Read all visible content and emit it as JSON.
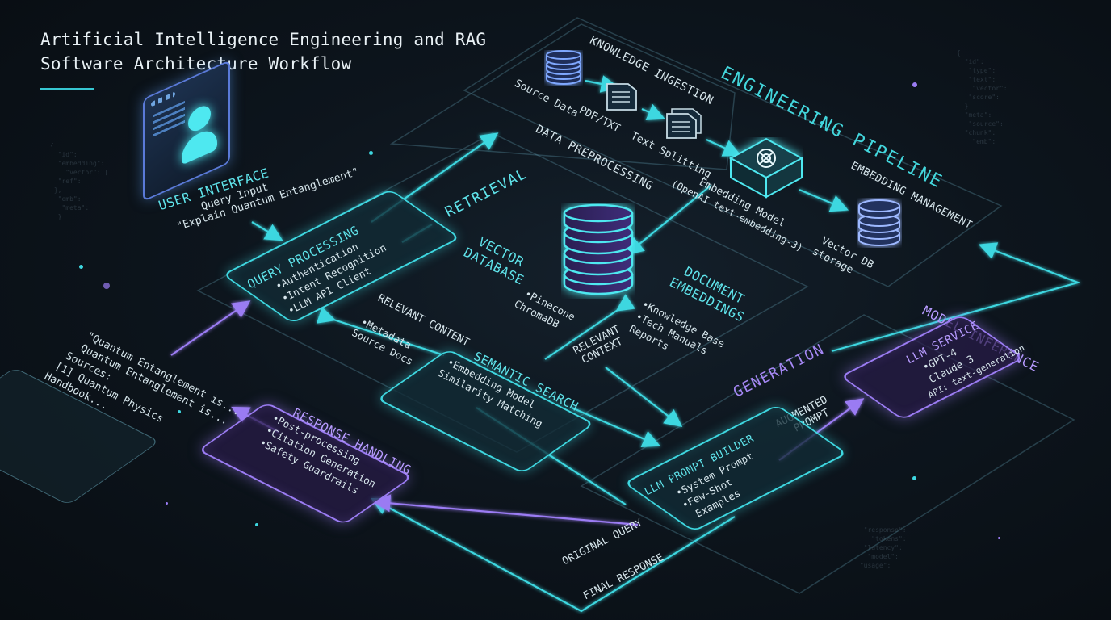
{
  "title": {
    "line1": "Artificial Intelligence Engineering and RAG",
    "line2": "Software Architecture Workflow"
  },
  "user_interface": {
    "label": "USER INTERFACE",
    "query_input_label": "Query Input",
    "query_example": "\"Explain Quantum Entanglement\"",
    "icon": "user-avatar-icon"
  },
  "query_processing": {
    "title": "QUERY PROCESSING",
    "items": [
      "Authentication",
      "Intent Recognition",
      "LLM API Client"
    ]
  },
  "output_panel": {
    "lines": [
      "\"Quantum Entanglement is...",
      "Quantum Entanglement is...",
      "Sources:",
      "[1] Quantum Physics",
      "Handbook..."
    ]
  },
  "response_handling": {
    "title": "RESPONSE HANDLING",
    "items": [
      "Post-processing",
      "Citation Generation",
      "Safety Guardrails"
    ]
  },
  "retrieval": {
    "section_label": "RETRIEVAL",
    "vector_database": {
      "title": "VECTOR DATABASE",
      "items": [
        "Pinecone",
        "ChromaDB"
      ],
      "icon": "database-icon"
    },
    "relevant_content_label": "RELEVANT CONTENT",
    "metadata_items": [
      "Metadata",
      "Source Docs"
    ],
    "document_embeddings": {
      "title": "DOCUMENT EMBEDDINGS",
      "items": [
        "Knowledge Base",
        "Tech Manuals",
        "Reports"
      ]
    },
    "relevant_context_label": "RELEVANT CONTEXT",
    "semantic_search": {
      "title": "SEMANTIC SEARCH",
      "items": [
        "Embedding Model",
        "Similarity Matching"
      ]
    }
  },
  "engineering_pipeline": {
    "label": "ENGINEERING PIPELINE",
    "knowledge_ingestion": "KNOWLEDGE INGESTION",
    "data_preprocessing": "DATA PREPROCESSING",
    "embedding_management": "EMBEDDING MANAGEMENT",
    "steps": {
      "source_data": "Source Data",
      "pdf_txt": "PDF/TXT",
      "text_splitting": "Text Splitting",
      "embedding_model_line1": "Embedding Model",
      "embedding_model_line2": "(OpenAI text-embedding-3)",
      "vector_db_line1": "Vector DB",
      "vector_db_line2": "storage"
    }
  },
  "generation": {
    "label": "GENERATION",
    "augmented_prompt_line1": "AUGMENTED",
    "augmented_prompt_line2": "PROMPT",
    "llm_prompt_builder": {
      "title": "LLM PROMPT BUILDER",
      "items": [
        "System Prompt",
        "Few-Shot",
        "Examples"
      ]
    },
    "original_query": "ORIGINAL QUERY",
    "final_response": "FINAL RESPONSE"
  },
  "model_inference": {
    "label": "MODEL INFERENCE",
    "llm_service": {
      "title": "LLM SERVICE",
      "items": [
        "GPT-4",
        "Claude 3",
        "API: text-generation"
      ]
    }
  },
  "colors": {
    "cyan": "#3ed7e0",
    "purple": "#9b7cf3",
    "background": "#0a1016"
  }
}
